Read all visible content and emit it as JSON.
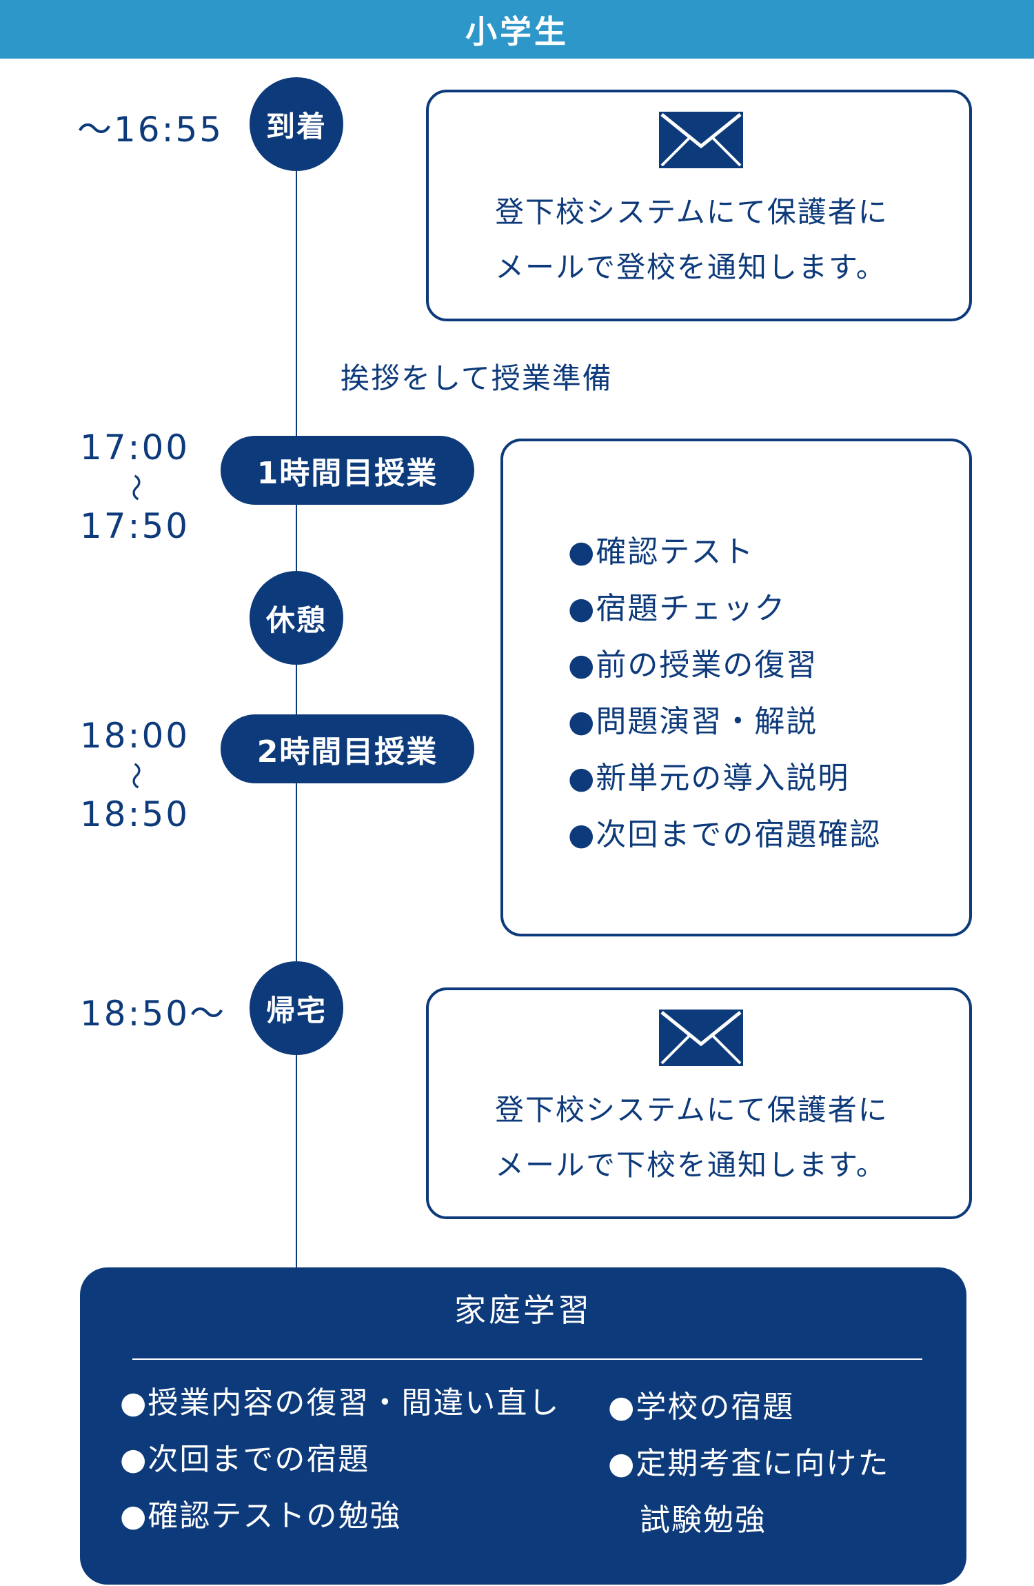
{
  "header": {
    "title": "小学生"
  },
  "timeline": {
    "arrival": {
      "time": "〜16:55",
      "label": "到着"
    },
    "arrival_box": {
      "line1": "登下校システムにて保護者に",
      "line2": "メールで登校を通知します。"
    },
    "prep_note": "挨拶をして授業準備",
    "period1": {
      "time_start": "17:00",
      "tilde": "〜",
      "time_end": "17:50",
      "label": "1時間目授業"
    },
    "break": {
      "label": "休憩"
    },
    "period2": {
      "time_start": "18:00",
      "tilde": "〜",
      "time_end": "18:50",
      "label": "2時間目授業"
    },
    "lesson_items": [
      "●確認テスト",
      "●宿題チェック",
      "●前の授業の復習",
      "●問題演習・解説",
      "●新単元の導入説明",
      "●次回までの宿題確認"
    ],
    "leave": {
      "time": "18:50〜",
      "label": "帰宅"
    },
    "leave_box": {
      "line1": "登下校システムにて保護者に",
      "line2": "メールで下校を通知します。"
    }
  },
  "home_study": {
    "title": "家庭学習",
    "left_items": [
      "●授業内容の復習・間違い直し",
      "●次回までの宿題",
      "●確認テストの勉強"
    ],
    "right_items": [
      "●学校の宿題",
      "●定期考査に向けた",
      "　試験勉強"
    ]
  },
  "icons": {
    "mail": "mail-icon"
  },
  "colors": {
    "navy": "#0d3a7a",
    "header_blue": "#2e97c9",
    "white": "#ffffff"
  }
}
